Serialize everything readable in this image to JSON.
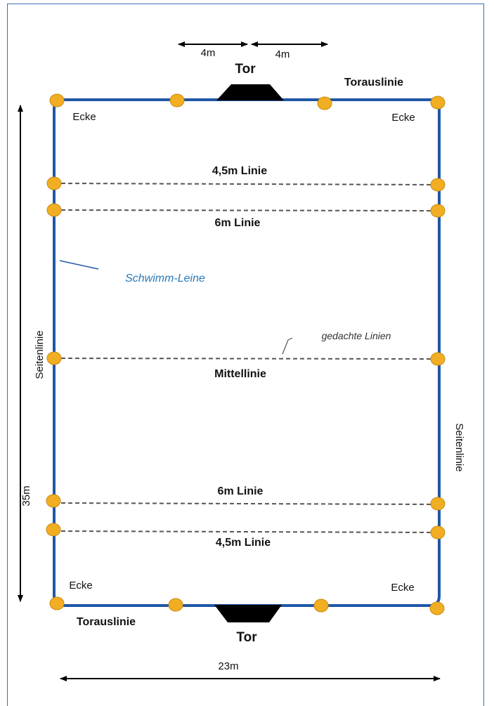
{
  "labels": {
    "goal_top": "Tor",
    "goal_bottom": "Tor",
    "goal_line_top": "Torauslinie",
    "goal_line_bottom": "Torauslinie",
    "corner_top_left": "Ecke",
    "corner_top_right": "Ecke",
    "corner_bottom_left": "Ecke",
    "corner_bottom_right": "Ecke",
    "line_45_top": "4,5m Linie",
    "line_6_top": "6m Linie",
    "swim_rope": "Schwimm-Leine",
    "imagined_lines": "gedachte Linien",
    "center_line": "Mittellinie",
    "line_6_bottom": "6m Linie",
    "line_45_bottom": "4,5m Linie",
    "sideline_left": "Seitenlinie",
    "sideline_right": "Seitenlinie",
    "dim_4m_left": "4m",
    "dim_4m_right": "4m",
    "dim_length": "35m",
    "dim_width": "23m"
  },
  "colors": {
    "rope": "#1f57a6",
    "buoy": "#f2ae22",
    "swim_rope_label": "#2a7ab8",
    "frame": "#3a6fb0"
  }
}
